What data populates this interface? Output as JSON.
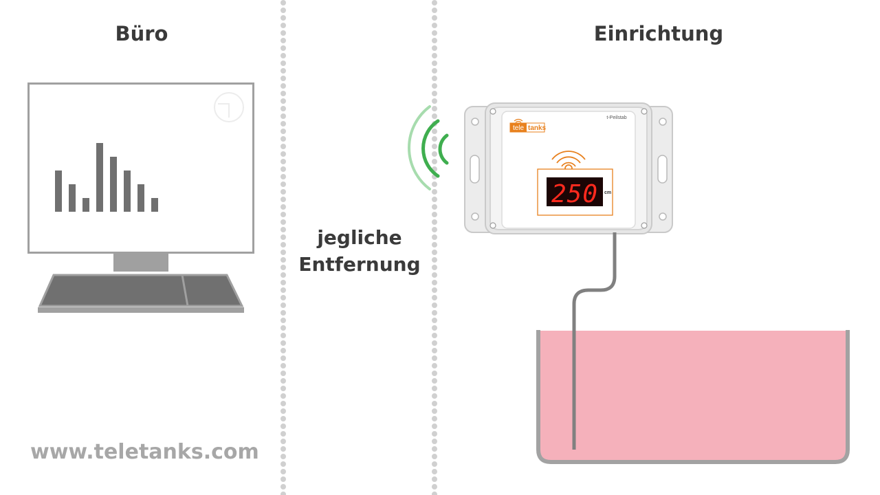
{
  "office": {
    "title": "Büro"
  },
  "facility": {
    "title": "Einrichtung"
  },
  "distance": {
    "line1": "jegliche",
    "line2": "Entfernung"
  },
  "website": "www.teletanks.com",
  "device": {
    "brand_prefix": "tele",
    "brand_suffix": "tanks",
    "model": "t-Peilstab",
    "reading": "250",
    "unit": "cm"
  },
  "monitor_chart": {
    "type": "bar",
    "values": [
      3,
      2,
      1,
      5,
      4,
      3,
      2,
      1
    ]
  },
  "colors": {
    "brand_orange": "#e8811e",
    "signal_green": "#3fae4f",
    "liquid_pink": "#f5b1bb",
    "tank_gray": "#a2a2a2",
    "display_red": "#ff2a1e",
    "display_bg": "#1b0505",
    "divider_gray": "#d0d0d0",
    "heading_text": "#3a3a3a",
    "website_text": "#a7a7a7"
  },
  "icons": [
    "computer-monitor-icon",
    "keyboard-icon",
    "wifi-signal-icon",
    "wireless-waves-icon"
  ]
}
